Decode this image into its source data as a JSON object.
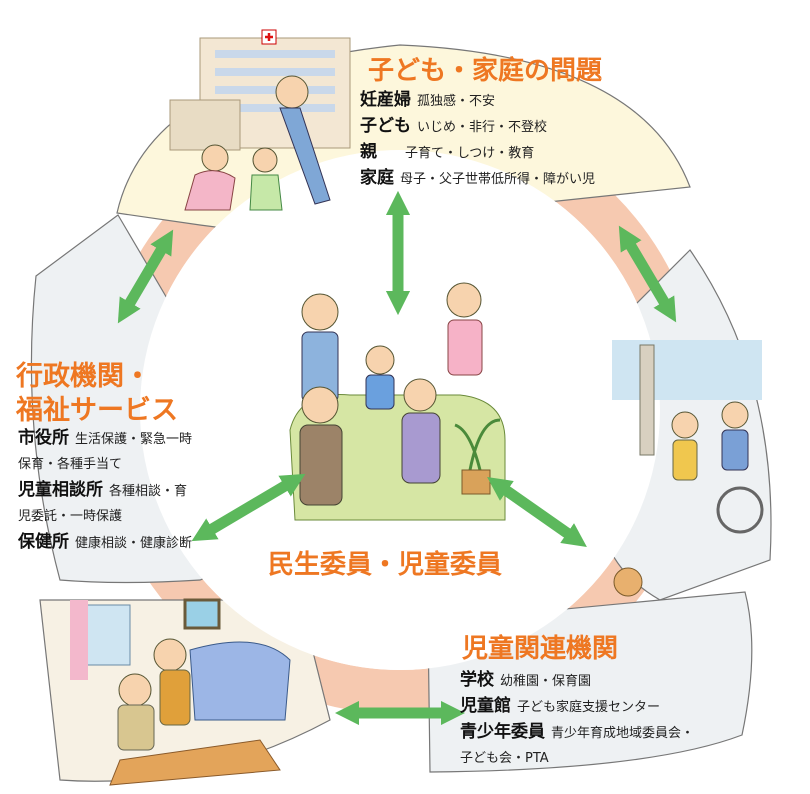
{
  "center": {
    "title": "民生委員・児童委員"
  },
  "family": {
    "title": "子ども・家庭の問題",
    "items": [
      {
        "label": "妊産婦",
        "desc": "孤独感・不安"
      },
      {
        "label": "子ども",
        "desc": "いじめ・非行・不登校"
      },
      {
        "label": "親",
        "desc": "子育て・しつけ・教育"
      },
      {
        "label": "家庭",
        "desc": "母子・父子世帯低所得・障がい児"
      }
    ]
  },
  "gov": {
    "title_line1": "行政機関・",
    "title_line2": "福祉サービス",
    "items": [
      {
        "label": "市役所",
        "desc1": "生活保護・緊急一時",
        "desc2": "保育・各種手当て"
      },
      {
        "label": "児童相談所",
        "desc1": "各種相談・育",
        "desc2": "児委託・一時保護"
      },
      {
        "label": "保健所",
        "desc1": "健康相談・健康診断",
        "desc2": ""
      }
    ]
  },
  "child": {
    "title": "児童関連機関",
    "items": [
      {
        "label": "学校",
        "desc1": "幼稚園・保育園",
        "desc2": ""
      },
      {
        "label": "児童館",
        "desc1": "子ども家庭支援センター",
        "desc2": ""
      },
      {
        "label": "青少年委員",
        "desc1": "青少年育成地域委員会・",
        "desc2": "子ども会・PTA"
      }
    ]
  },
  "colors": {
    "accent": "#ee7722",
    "arrow": "#5cb85c",
    "ring": "#f6c9b0",
    "panel_top": "#fdf7dc",
    "panel_side": "#eef1f3"
  }
}
